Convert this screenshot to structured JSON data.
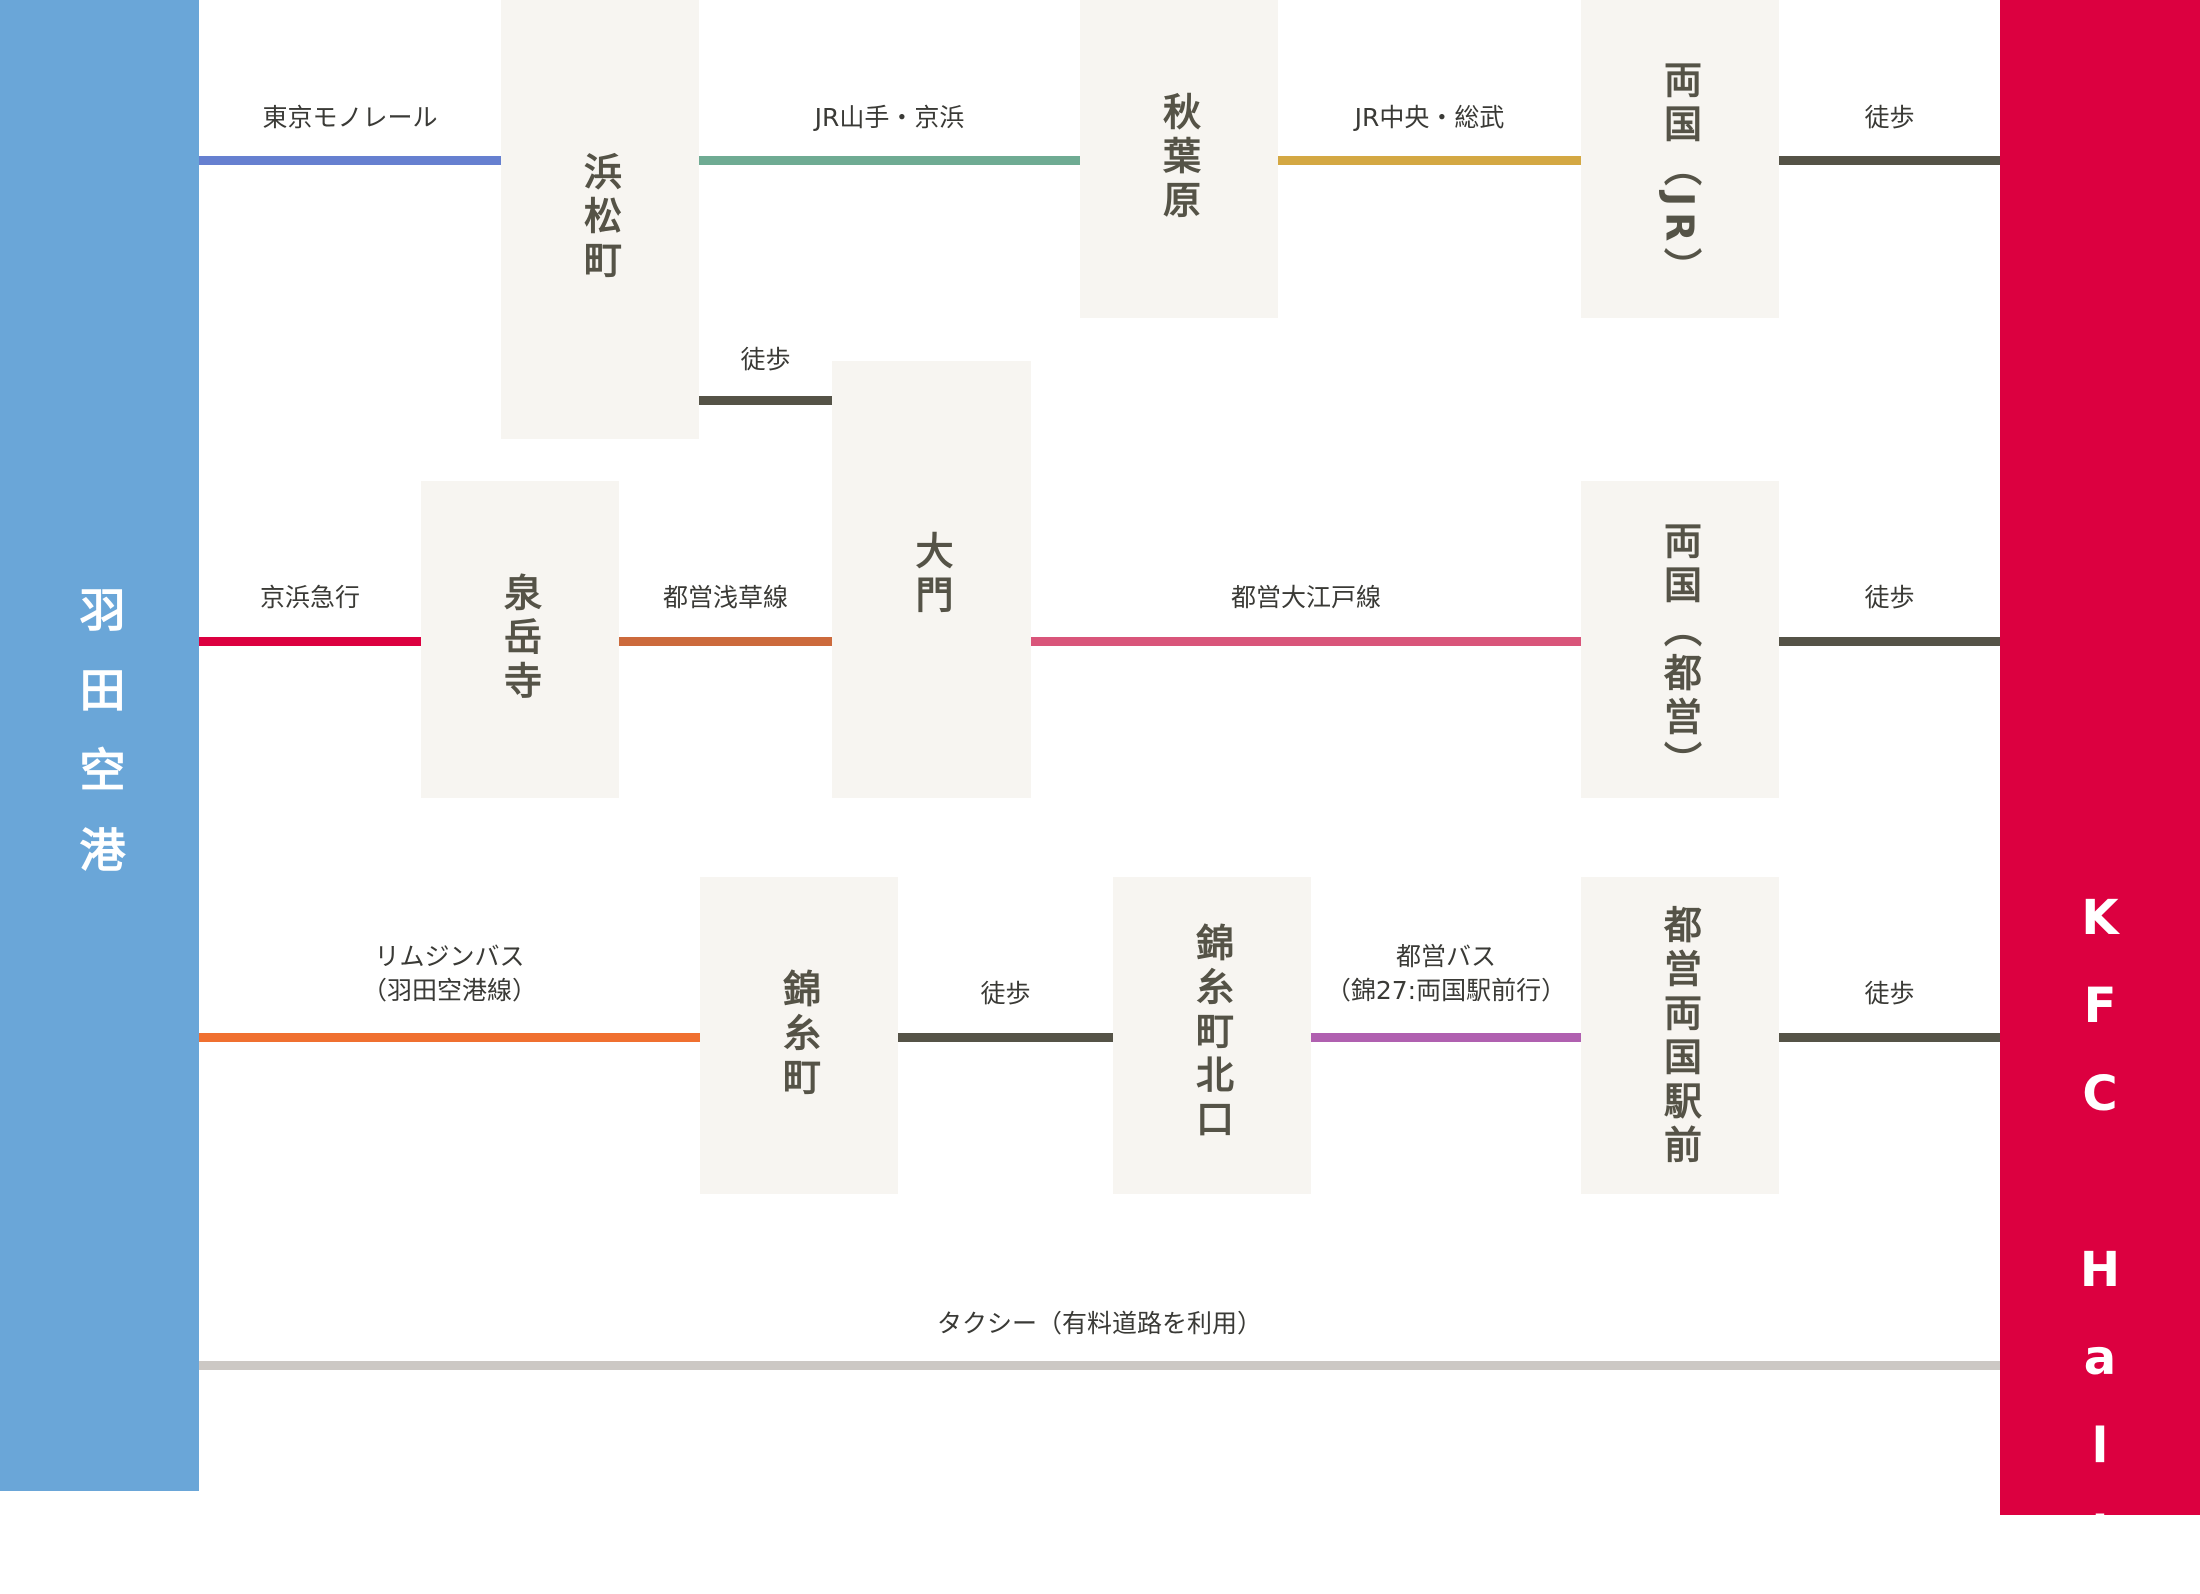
{
  "terminals": {
    "origin": "羽田空港",
    "destination": "KFC Hall"
  },
  "stations": {
    "hamamatsucho": "浜松町",
    "akihabara": "秋葉原",
    "ryogoku_jr": "両国（JR）",
    "daimon": "大門",
    "sengakuji": "泉岳寺",
    "ryogoku_toei": "両国（都営）",
    "kinshicho": "錦糸町",
    "kinshicho_kitaguchi": "錦糸町北口",
    "toei_ryogoku_ekimae": "都営両国駅前"
  },
  "routes": {
    "monorail": "東京モノレール",
    "jr_yamanote": "JR山手・京浜",
    "jr_chuo": "JR中央・総武",
    "walk": "徒歩",
    "keikyu": "京浜急行",
    "asakusa": "都営浅草線",
    "oedo": "都営大江戸線",
    "limousine_1": "リムジンバス",
    "limousine_2": "（羽田空港線）",
    "bus_1": "都営バス",
    "bus_2": "（錦27:両国駅前行）",
    "taxi": "タクシー（有料道路を利用）"
  },
  "colors": {
    "haneda": "#6aa6d8",
    "kfc": "#dc0040",
    "monorail": "#6680d0",
    "jr_yamanote": "#6fab93",
    "jr_chuo": "#d4a843",
    "walk": "#555347",
    "keikyu": "#dc0040",
    "asakusa": "#cc6a3c",
    "oedo": "#d9557a",
    "limousine": "#f07030",
    "bus": "#b060b0",
    "taxi": "#ccc8c4"
  }
}
